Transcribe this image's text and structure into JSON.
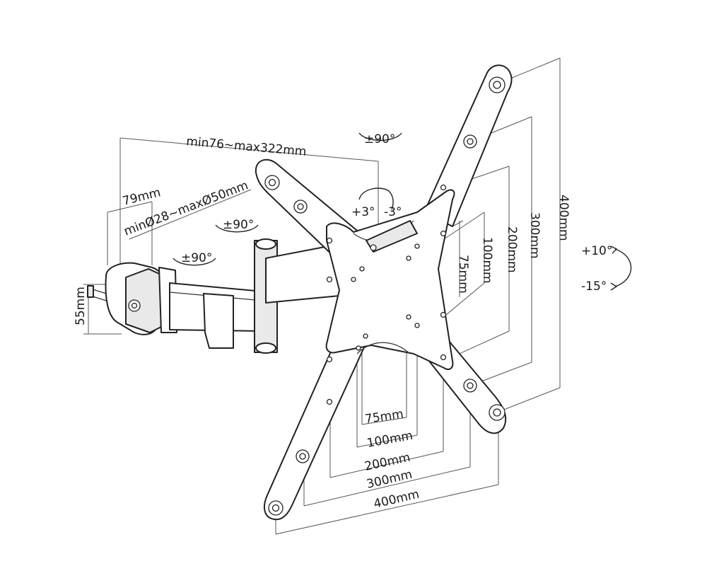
{
  "labels": {
    "arm_reach": "min76~max322mm",
    "clamp_offset": "79mm",
    "pipe_diameter": "minØ28~maxØ50mm",
    "clamp_height": "55mm",
    "swivel_top": "±90°",
    "swivel_mid": "±90°",
    "swivel_clamp": "±90°",
    "level_plus": "+3°",
    "level_minus": "-3°",
    "tilt_up": "+10°",
    "tilt_down": "-15°"
  },
  "vesa_horizontal": [
    "75mm",
    "100mm",
    "200mm",
    "300mm",
    "400mm"
  ],
  "vesa_vertical": [
    "75mm",
    "100mm",
    "200mm",
    "300mm",
    "400mm"
  ]
}
